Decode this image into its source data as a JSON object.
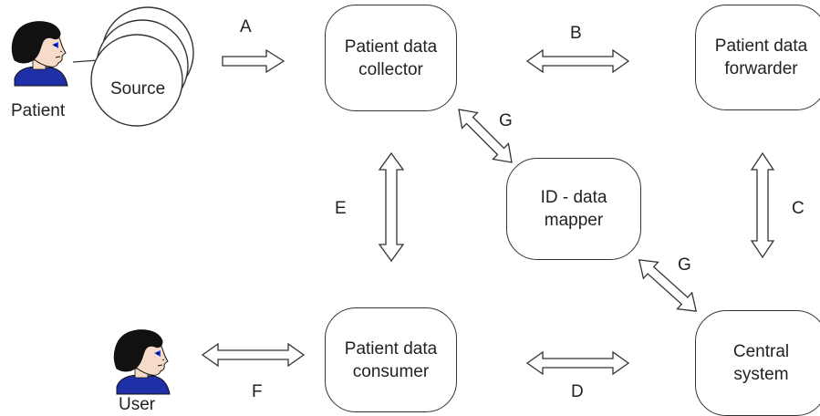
{
  "actors": {
    "patient": {
      "label": "Patient"
    },
    "user": {
      "label": "User"
    }
  },
  "source": {
    "label": "Source"
  },
  "nodes": {
    "collector": {
      "line1": "Patient data",
      "line2": "collector"
    },
    "forwarder": {
      "line1": "Patient data",
      "line2": "forwarder"
    },
    "mapper": {
      "line1": "ID - data",
      "line2": "mapper"
    },
    "consumer": {
      "line1": "Patient data",
      "line2": "consumer"
    },
    "central": {
      "line1": "Central",
      "line2": "system"
    }
  },
  "flows": {
    "a": "A",
    "b": "B",
    "c": "C",
    "d": "D",
    "e": "E",
    "f": "F",
    "g1": "G",
    "g2": "G"
  },
  "colors": {
    "stroke": "#333333",
    "hair": "#111111",
    "skin": "#f6dcc8",
    "shirt": "#1f2fa8",
    "eye": "#1c3cff"
  }
}
